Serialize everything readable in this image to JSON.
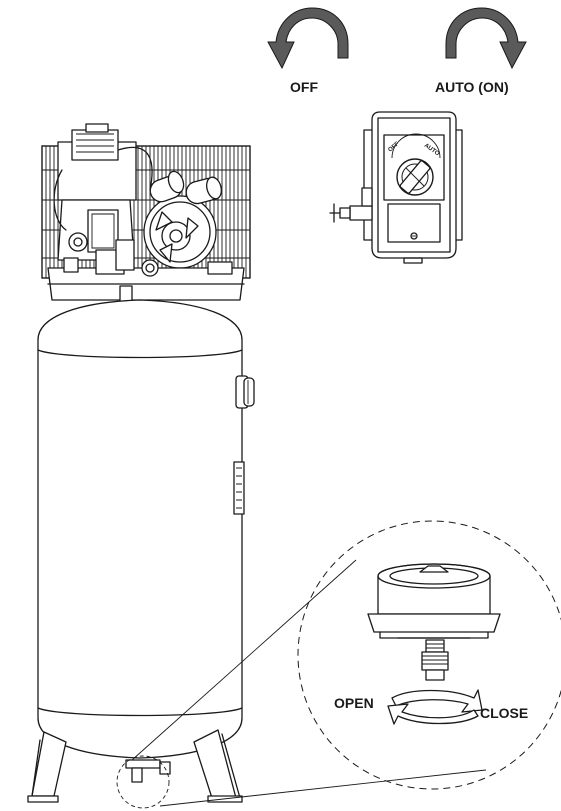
{
  "labels": {
    "off": "OFF",
    "auto_on": "AUTO (ON)",
    "open": "OPEN",
    "close": "CLOSE"
  },
  "icons": {
    "off_arrow": "curved-arrow-counterclockwise-icon",
    "auto_arrow": "curved-arrow-clockwise-icon",
    "open_arrow": "open-rotation-arrow-icon",
    "close_arrow": "close-rotation-arrow-icon"
  },
  "colors": {
    "line": "#1a1a1a",
    "arrow_fill": "#5a5a5a",
    "valve_arrow_fill": "#ffffff",
    "background": "#ffffff"
  }
}
